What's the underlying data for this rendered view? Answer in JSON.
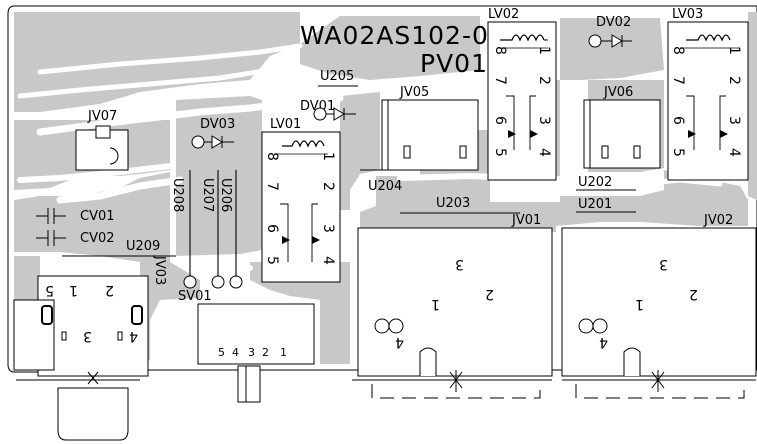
{
  "board": {
    "title": "WA02AS102-0",
    "subtitle": "PV01"
  },
  "components": {
    "lv02": "LV02",
    "lv03": "LV03",
    "lv01": "LV01",
    "dv02": "DV02",
    "dv01": "DV01",
    "dv03": "DV03",
    "jv05": "JV05",
    "jv06": "JV06",
    "jv07": "JV07",
    "jv01": "JV01",
    "jv02": "JV02",
    "jv03": "JV03",
    "cv01": "CV01",
    "cv02": "CV02",
    "sv01": "SV01"
  },
  "traces": {
    "u205": "U205",
    "u204": "U204",
    "u203": "U203",
    "u202": "U202",
    "u201": "U201",
    "u209": "U209",
    "u208": "U208",
    "u207": "U207",
    "u206": "U206"
  },
  "pins": {
    "transformer": [
      "8",
      "1",
      "7",
      "2",
      "6",
      "3",
      "5",
      "4"
    ],
    "switch": [
      "5",
      "4",
      "3",
      "2",
      "1"
    ],
    "jack": [
      "3",
      "2",
      "1",
      "4"
    ],
    "jv03": [
      "5",
      "2",
      "1",
      "3",
      "4"
    ]
  }
}
